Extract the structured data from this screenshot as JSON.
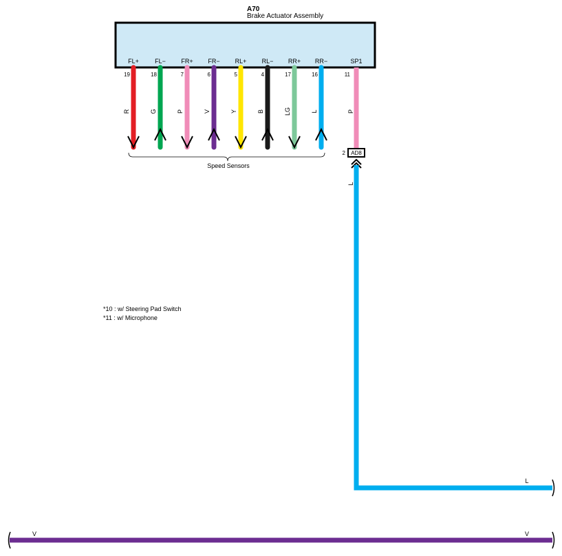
{
  "component": {
    "code": "A70",
    "name": "Brake Actuator Assembly",
    "fill_color": "#cfe9f6"
  },
  "wires": [
    {
      "id": "fl-plus",
      "terminal": "FL+",
      "pin": "19",
      "color_code": "R",
      "color": "#e31e24",
      "arrow": "down"
    },
    {
      "id": "fl-minus",
      "terminal": "FL−",
      "pin": "18",
      "color_code": "G",
      "color": "#00a651",
      "arrow": "up"
    },
    {
      "id": "fr-plus",
      "terminal": "FR+",
      "pin": "7",
      "color_code": "P",
      "color": "#f08cb8",
      "arrow": "down"
    },
    {
      "id": "fr-minus",
      "terminal": "FR−",
      "pin": "6",
      "color_code": "V",
      "color": "#6c2d91",
      "arrow": "up"
    },
    {
      "id": "rl-plus",
      "terminal": "RL+",
      "pin": "5",
      "color_code": "Y",
      "color": "#ffe600",
      "arrow": "down"
    },
    {
      "id": "rl-minus",
      "terminal": "RL−",
      "pin": "4",
      "color_code": "B",
      "color": "#1a1a1a",
      "arrow": "up"
    },
    {
      "id": "rr-plus",
      "terminal": "RR+",
      "pin": "17",
      "color_code": "LG",
      "color": "#7dc89a",
      "arrow": "down"
    },
    {
      "id": "rr-minus",
      "terminal": "RR−",
      "pin": "16",
      "color_code": "L",
      "color": "#00aeef",
      "arrow": "up"
    }
  ],
  "sp1": {
    "terminal": "SP1",
    "pin": "11",
    "color_code": "P",
    "color": "#f08cb8",
    "connector": "AD8",
    "connector_pin": "2",
    "out_color_code": "L",
    "out_color": "#00aeef"
  },
  "speed_sensors_label": "Speed Sensors",
  "notes": [
    "*10 : w/ Steering Pad Switch",
    "*11 : w/ Microphone"
  ],
  "right_wire_label": "L",
  "bottom_wire": {
    "color_code_left": "V",
    "color_code_right": "V",
    "color": "#6c2d91"
  }
}
